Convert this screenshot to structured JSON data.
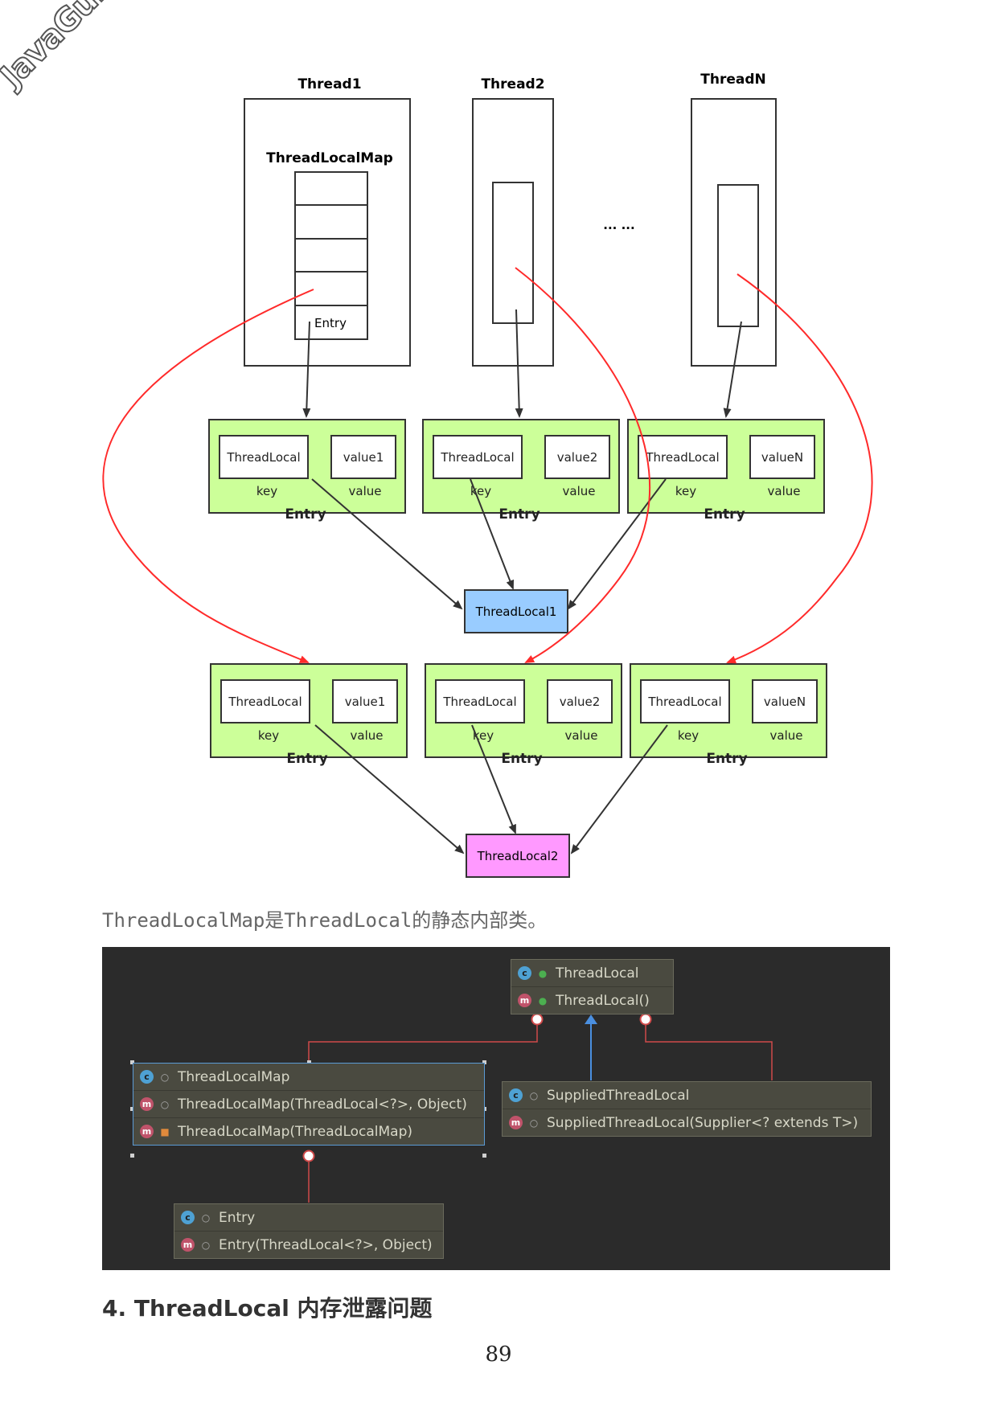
{
  "watermark": "JavaGuide",
  "diagram": {
    "threads": [
      "Thread1",
      "Thread2",
      "ThreadN"
    ],
    "map_label": "ThreadLocalMap",
    "entry_slot_label": "Entry",
    "ellipsis": "... ...",
    "entries_row1": [
      {
        "key_text": "ThreadLocal",
        "value_text": "value1",
        "key_label": "key",
        "value_label": "value",
        "caption": "Entry"
      },
      {
        "key_text": "ThreadLocal",
        "value_text": "value2",
        "key_label": "key",
        "value_label": "value",
        "caption": "Entry"
      },
      {
        "key_text": "ThreadLocal",
        "value_text": "valueN",
        "key_label": "key",
        "value_label": "value",
        "caption": "Entry"
      }
    ],
    "threadlocal1": "ThreadLocal1",
    "entries_row2": [
      {
        "key_text": "ThreadLocal",
        "value_text": "value1",
        "key_label": "key",
        "value_label": "value",
        "caption": "Entry"
      },
      {
        "key_text": "ThreadLocal",
        "value_text": "value2",
        "key_label": "key",
        "value_label": "value",
        "caption": "Entry"
      },
      {
        "key_text": "ThreadLocal",
        "value_text": "valueN",
        "key_label": "key",
        "value_label": "value",
        "caption": "Entry"
      }
    ],
    "threadlocal2": "ThreadLocal2",
    "colors": {
      "entry_fill": "#ccff99",
      "tl1_fill": "#99ccff",
      "tl2_fill": "#ff99ff",
      "red_arrow": "#ff2a2a"
    }
  },
  "caption": {
    "code1": "ThreadLocalMap",
    "text1": "是",
    "code2": "ThreadLocal",
    "text2": "的静态内部类。"
  },
  "uml": {
    "threadlocal": {
      "name": "ThreadLocal",
      "ctor": "ThreadLocal()"
    },
    "threadlocalmap": {
      "name": "ThreadLocalMap",
      "ctor1": "ThreadLocalMap(ThreadLocal<?>, Object)",
      "ctor2": "ThreadLocalMap(ThreadLocalMap)"
    },
    "supplied": {
      "name": "SuppliedThreadLocal",
      "ctor": "SuppliedThreadLocal(Supplier<? extends T>)"
    },
    "entry": {
      "name": "Entry",
      "ctor": "Entry(ThreadLocal<?>, Object)"
    },
    "icons": [
      "class-icon",
      "method-icon",
      "lock-icon",
      "public-icon"
    ]
  },
  "heading": "4. ThreadLocal 内存泄露问题",
  "page_number": "89"
}
